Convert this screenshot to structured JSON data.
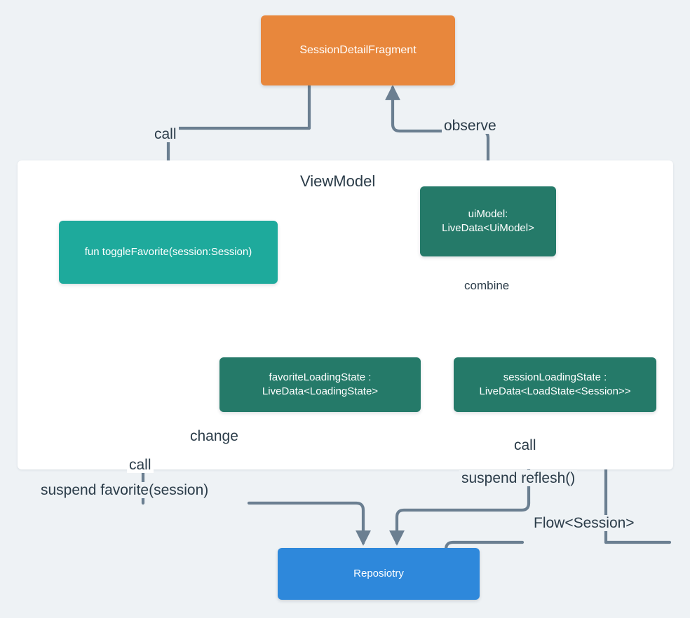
{
  "diagram": {
    "title_panel": "ViewModel",
    "background_color": "#eef2f5",
    "panel_color": "#ffffff",
    "edge_color": "#6b7f91",
    "text_color": "#2b3c49"
  },
  "nodes": {
    "fragment": {
      "label": "SessionDetailFragment",
      "color": "#e8873c"
    },
    "toggle_favorite": {
      "label": "fun toggleFavorite(session:Session)",
      "color": "#1eaa9c"
    },
    "ui_model": {
      "line1": "uiModel:",
      "line2": "LiveData<UiModel>",
      "color": "#257a69"
    },
    "favorite_loading_state": {
      "line1": "favoriteLoadingState :",
      "line2": "LiveData<LoadingState>",
      "color": "#257a69"
    },
    "session_loading_state": {
      "line1": "sessionLoadingState :",
      "line2": "LiveData<LoadState<Session>>",
      "color": "#257a69"
    },
    "repository": {
      "label": "Reposiotry",
      "color": "#2e88db"
    }
  },
  "edges": {
    "call_fragment_to_toggle": "call",
    "observe_uimodel_to_fragment": "observe",
    "combine_to_uimodel": "combine",
    "change_toggle_to_favorite_state": "change",
    "call_toggle_to_repository": "call",
    "suspend_favorite": "suspend favorite(session)",
    "call_session_to_repository": "call",
    "suspend_reflesh": "suspend reflesh()",
    "flow_session": "Flow<Session>"
  }
}
